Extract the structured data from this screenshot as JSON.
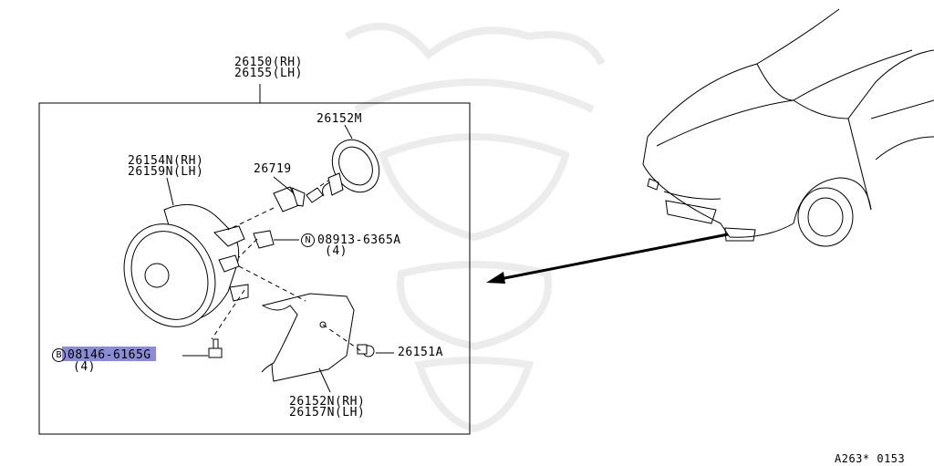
{
  "labels": {
    "part_rh": "26150(RH)",
    "part_lh": "26155(LH)",
    "bulb_socket": "26152M",
    "housing_rh": "26154N(RH)",
    "housing_lh": "26159N(LH)",
    "bulb": "26719",
    "nut_code": "N",
    "nut_part": "08913-6365A",
    "nut_qty": "(4)",
    "bolt_code": "B",
    "bolt_part": "08146-6165G",
    "bolt_qty": "(4)",
    "clip": "26151A",
    "cover_rh": "26152N(RH)",
    "cover_lh": "26157N(LH)",
    "figure_ref": "A263* 0153"
  },
  "highlight_color": "#8b8bd6"
}
